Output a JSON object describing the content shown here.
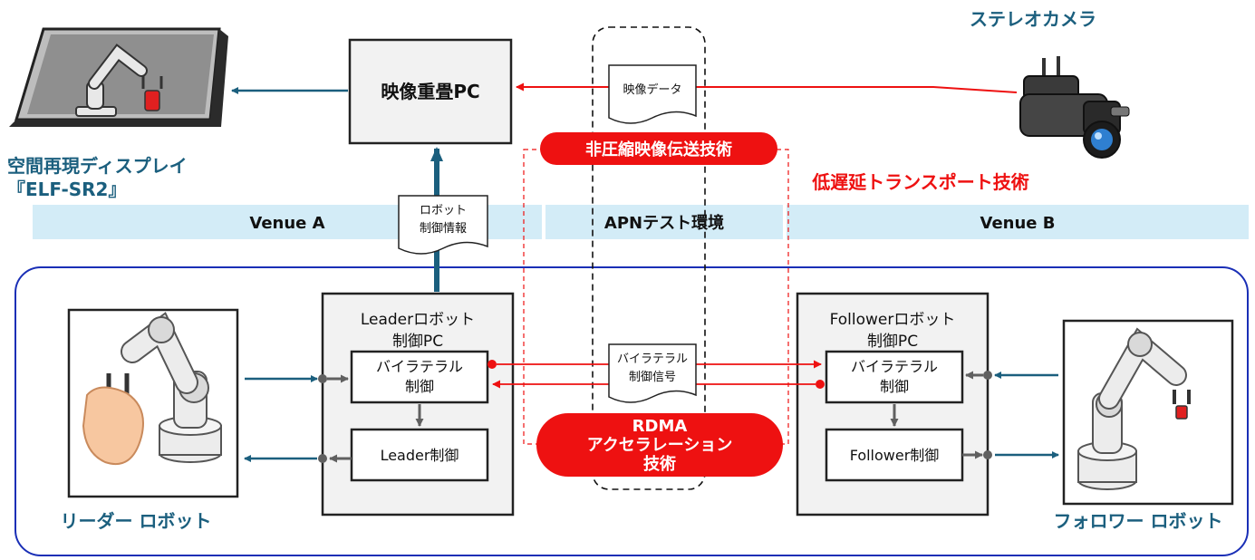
{
  "colors": {
    "teal": "#1b5f7e",
    "red": "#ee1111",
    "band": "#d3ecf7",
    "navy": "#1a2fb6",
    "box_fill": "#f2f2f2",
    "gray_arrow": "#606060"
  },
  "labels": {
    "display_name_line1": "空間再現ディスプレイ",
    "display_name_line2": "『ELF-SR2』",
    "stereo_camera": "ステレオカメラ",
    "video_overlay_pc": "映像重畳PC",
    "video_data": "映像データ",
    "uncompressed_video": "非圧縮映像伝送技術",
    "low_latency_transport": "低遅延トランスポート技術",
    "robot_info_line1": "ロボット",
    "robot_info_line2": "制御情報",
    "venue_a": "Venue A",
    "apn_test": "APNテスト環境",
    "venue_b": "Venue B",
    "leader_pc_line1": "Leaderロボット",
    "leader_pc_line2": "制御PC",
    "follower_pc_line1": "Followerロボット",
    "follower_pc_line2": "制御PC",
    "bilateral_line1": "バイラテラル",
    "bilateral_line2": "制御",
    "leader_control": "Leader制御",
    "follower_control": "Follower制御",
    "bilateral_signal_line1": "バイラテラル",
    "bilateral_signal_line2": "制御信号",
    "rdma_line1": "RDMA",
    "rdma_line2": "アクセラレーション",
    "rdma_line3": "技術",
    "leader_robot": "リーダー ロボット",
    "follower_robot": "フォロワー ロボット"
  },
  "icons": {
    "display": "spatial-display-icon",
    "camera": "video-camera-icon",
    "leader_robot": "robot-arm-with-hand-icon",
    "follower_robot": "robot-arm-icon"
  }
}
